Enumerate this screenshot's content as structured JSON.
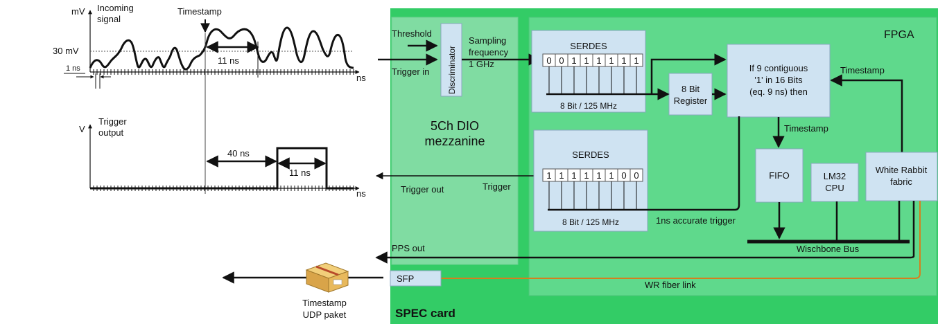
{
  "signal_plot": {
    "ylabel": "mV",
    "title_line1": "Incoming",
    "title_line2": "signal",
    "timestamp_label": "Timestamp",
    "threshold_label": "30 mV",
    "tick_label": "1 ns",
    "xlabel": "ns",
    "pulse_width_label": "11 ns"
  },
  "trigger_plot": {
    "ylabel": "V",
    "title_line1": "Trigger",
    "title_line2": "output",
    "delay_label": "40 ns",
    "width_label": "11 ns",
    "xlabel": "ns"
  },
  "packet": {
    "line1": "Timestamp",
    "line2": "UDP paket"
  },
  "spec": {
    "title": "SPEC card",
    "sfp": "SFP"
  },
  "dio": {
    "title_line1": "5Ch DIO",
    "title_line2": "mezzanine",
    "threshold": "Threshold",
    "trigger_in": "Trigger in",
    "discriminator": "Discriminator",
    "sampling_line1": "Sampling",
    "sampling_line2": "frequency",
    "sampling_line3": "1 GHz",
    "trigger_out": "Trigger out",
    "trigger": "Trigger",
    "pps_out": "PPS out"
  },
  "fpga": {
    "title": "FPGA",
    "serdes_in": {
      "title": "SERDES",
      "bits": [
        "0",
        "0",
        "1",
        "1",
        "1",
        "1",
        "1",
        "1"
      ],
      "caption": "8 Bit / 125 MHz"
    },
    "serdes_out": {
      "title": "SERDES",
      "bits": [
        "1",
        "1",
        "1",
        "1",
        "1",
        "1",
        "0",
        "0"
      ],
      "caption": "8 Bit / 125 MHz"
    },
    "register_line1": "8 Bit",
    "register_line2": "Register",
    "logic": [
      "If 9 contiguous",
      "'1' in 16 Bits",
      "(eq. 9 ns) then"
    ],
    "timestamp_top": "Timestamp",
    "timestamp_mid": "Timestamp",
    "fifo": "FIFO",
    "cpu_line1": "LM32",
    "cpu_line2": "CPU",
    "wr_line1": "White Rabbit",
    "wr_line2": "fabric",
    "accurate_trigger": "1ns accurate trigger",
    "bus": "Wischbone Bus",
    "fiber": "WR fiber link"
  },
  "colors": {
    "spec_green": "#33cc66",
    "fpga_green": "#5fd98c",
    "dio_green": "#80dca2",
    "block_blue": "#cfe3f2",
    "fiber_orange": "#d4801e"
  }
}
